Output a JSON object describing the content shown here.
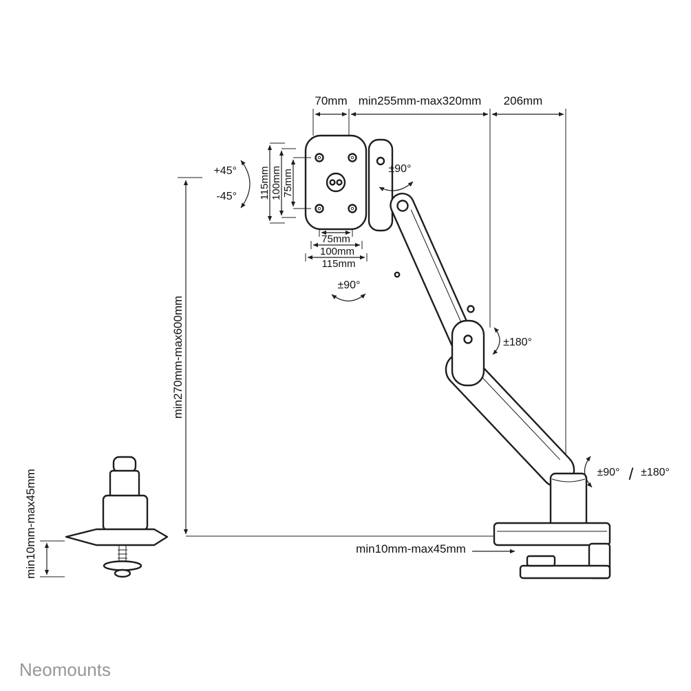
{
  "brand": "Neomounts",
  "dimensions": {
    "top_left": "70mm",
    "top_middle": "min255mm-max320mm",
    "top_right": "206mm",
    "height": "min270mm-max600mm",
    "clamp_thickness": "min10mm-max45mm",
    "grommet_thickness": "min10mm-max45mm",
    "vesa_vertical": [
      "115mm",
      "100mm",
      "75mm"
    ],
    "vesa_horizontal": [
      "75mm",
      "100mm",
      "115mm"
    ]
  },
  "rotations": {
    "tilt_up": "+45°",
    "tilt_down": "-45°",
    "swivel_head": "±90°",
    "rotate_head": "±90°",
    "elbow": "±180°",
    "base_swivel": "±90°",
    "separator": "/",
    "base_rotate": "±180°"
  }
}
